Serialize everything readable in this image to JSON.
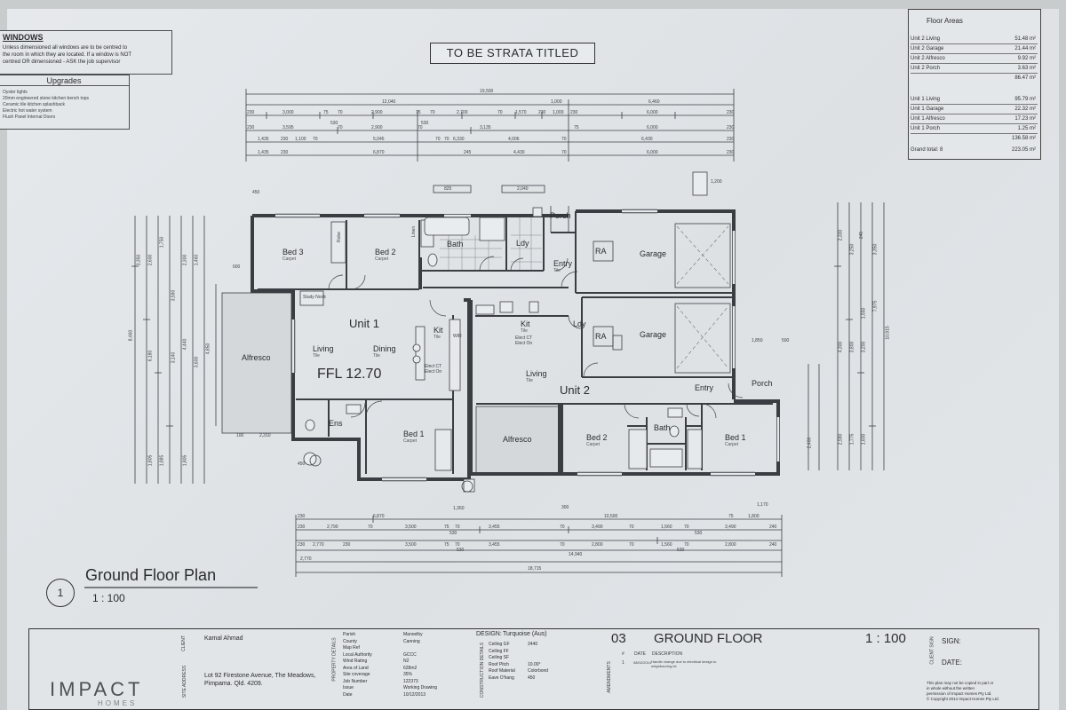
{
  "windows_note": {
    "heading": "WINDOWS",
    "text": [
      "Unless dimensioned all windows are to be centred to",
      "the room in which they are located. If a window is NOT",
      "centred OR dimensioned - ASK the job supervisor"
    ]
  },
  "upgrades": {
    "heading": "Upgrades",
    "items": [
      "Oyster lights",
      "20mm engineered stone kitchen bench tops",
      "Ceramic tile kitchen splashback",
      "Electric hot water system",
      "Flush Panel Internal Doors"
    ]
  },
  "strata_label": "TO BE STRATA TITLED",
  "floor_areas": {
    "heading": "Floor Areas",
    "unit2": [
      {
        "label": "Unit 2 Living",
        "value": "51.48 m²"
      },
      {
        "label": "Unit 2 Garage",
        "value": "21.44 m²"
      },
      {
        "label": "Unit 2 Alfresco",
        "value": "9.92 m²"
      },
      {
        "label": "Unit 2 Porch",
        "value": "3.63 m²"
      }
    ],
    "unit2_total": "86.47 m²",
    "unit1": [
      {
        "label": "Unit 1 Living",
        "value": "95.79 m²"
      },
      {
        "label": "Unit 1 Garage",
        "value": "22.32 m²"
      },
      {
        "label": "Unit 1 Alfresco",
        "value": "17.23 m²"
      },
      {
        "label": "Unit 1 Porch",
        "value": "1.25 m²"
      }
    ],
    "unit1_total": "136.58 m²",
    "grand_label": "Grand total: 8",
    "grand_total": "223.05 m²"
  },
  "dims": {
    "top_overall": "19,500",
    "top_r2": [
      "12,040",
      "1,000",
      "6,460"
    ],
    "top_r3": [
      "230",
      "3,000",
      "75",
      "70",
      "2,900",
      "75",
      "70",
      "2,700",
      "70",
      "1,570",
      "230",
      "1,000",
      "230",
      "6,000",
      "230"
    ],
    "top_r3b": [
      "530",
      "530"
    ],
    "top_r4": [
      "230",
      "3,595",
      "70",
      "2,900",
      "70",
      "3,135",
      "75",
      "6,000",
      "230"
    ],
    "top_r5": [
      "1,435",
      "230",
      "1,100",
      "70",
      "5,045",
      "70",
      "70",
      "6,330",
      "4,006",
      "70",
      "6,430",
      "230"
    ],
    "top_r6": [
      "1,435",
      "230",
      "6,870",
      "245",
      "4,430",
      "70",
      "6,000",
      "230"
    ],
    "misc_top": [
      "450",
      "825",
      "2,040",
      "1,200"
    ],
    "bottom_r1": [
      "230",
      "6,870",
      "300",
      "10,500",
      "1,170"
    ],
    "bottom_r1b": [
      "1,360",
      "75",
      "1,800"
    ],
    "bottom_r2": [
      "230",
      "2,790",
      "70",
      "3,500",
      "75",
      "70",
      "3,455",
      "70",
      "3,490",
      "70",
      "1,560",
      "70",
      "3,490",
      "240"
    ],
    "bottom_r2b": [
      "530",
      "530"
    ],
    "bottom_r3": [
      "230",
      "2,770",
      "230",
      "3,500",
      "75",
      "70",
      "3,455",
      "70",
      "2,800",
      "70",
      "1,560",
      "70",
      "2,800",
      "240"
    ],
    "bottom_r3b": [
      "530",
      "530"
    ],
    "bottom_r4": [
      "2,770",
      "14,940"
    ],
    "bottom_overall": "18,715",
    "left_nums": [
      "3,350",
      "2,600",
      "1,750",
      "2,300",
      "1,460",
      "3,590",
      "8,460",
      "6,180",
      "3,140",
      "4,440",
      "3,600",
      "1,805",
      "1,885",
      "4,850",
      "1,805"
    ],
    "right_nums": [
      "2,330",
      "3,250",
      "245",
      "4,300",
      "3,800",
      "1,550",
      "3,200",
      "3,350",
      "7,975",
      "10,915",
      "2,400",
      "2,590",
      "1,775",
      "1,600"
    ],
    "misc": [
      "100",
      "2,310",
      "1,850",
      "500",
      "450",
      "600"
    ]
  },
  "rooms": {
    "bed3": "Bed 3",
    "bed3_sub": "Carpet",
    "bed2_u1": "Bed 2",
    "bed2_u1_sub": "Carpet",
    "bath_u1": "Bath",
    "ldy_u1": "Ldy",
    "porch_u1": "Porch",
    "entry_u1": "Entry",
    "entry_u1_sub": "Tile",
    "ra_u1": "RA",
    "garage_u1": "Garage",
    "study_nook": "Study Nook",
    "robe": "Robe",
    "linen": "Linen",
    "unit1": "Unit 1",
    "living_u1": "Living",
    "living_u1_sub": "Tile",
    "dining": "Dining",
    "dining_sub": "Tile",
    "kit_u1": "Kit",
    "kit_u1_sub": "Tile",
    "kit_u1_note": "Elect CT Elect On",
    "alfresco_u1": "Alfresco",
    "ffl": "FFL 12.70",
    "ens": "Ens",
    "bed1_u1": "Bed 1",
    "bed1_u1_sub": "Carpet",
    "wir": "WIR",
    "ldy_u2": "Ldy",
    "ra_u2": "RA",
    "garage_u2": "Garage",
    "kit_u2": "Kit",
    "kit_u2_sub": "Tile",
    "kit_u2_note": "Elect CT Elect On",
    "living_u2": "Living",
    "living_u2_sub": "Tile",
    "unit2": "Unit 2",
    "entry_u2": "Entry",
    "porch_u2": "Porch",
    "alfresco_u2": "Alfresco",
    "bed2_u2": "Bed 2",
    "bed2_u2_sub": "Carpet",
    "bath_u2": "Bath",
    "bed1_u2": "Bed 1",
    "bed1_u2_sub": "Carpet"
  },
  "plan_title": "Ground Floor Plan",
  "plan_number": "1",
  "plan_scale": "1 : 100",
  "title_block": {
    "logo_top": "IMPACT",
    "logo_bottom": "HOMES",
    "client_label": "CLIENT",
    "client_name": "Kamal Ahmad",
    "site_label": "SITE ADDRESS",
    "site_address": "Lot 92 Firestone Avenue, The Meadows, Pimpama. Qld. 4209.",
    "property_label": "PROPERTY DETAILS",
    "property_rows": [
      {
        "k": "Parish",
        "v": "Manoelby"
      },
      {
        "k": "County",
        "v": "Canning"
      },
      {
        "k": "Map Ref",
        "v": ""
      },
      {
        "k": "Local Authority",
        "v": "GCCC"
      },
      {
        "k": "Wind Rating",
        "v": "N2"
      },
      {
        "k": "Area of Land",
        "v": "628m2"
      },
      {
        "k": "Site coverage",
        "v": "35%"
      },
      {
        "k": "Job Number",
        "v": "122373"
      },
      {
        "k": "Issue",
        "v": "Working Drawing"
      },
      {
        "k": "Date",
        "v": "10/12/2013"
      }
    ],
    "design_label": "DESIGN:",
    "design_value": "Turquoise (Aus)",
    "construction_label": "CONSTRUCTION DETAILS",
    "construction_rows": [
      {
        "k": "Ceiling GF",
        "v": "2440"
      },
      {
        "k": "Ceiling FF",
        "v": ""
      },
      {
        "k": "Ceiling SF",
        "v": ""
      },
      {
        "k": "Roof Pitch",
        "v": "10.00°"
      },
      {
        "k": "Roof Material",
        "v": "Colorbond"
      },
      {
        "k": "Eave O'hang",
        "v": "450"
      }
    ],
    "sheet_no": "03",
    "sheet_title": "GROUND FLOOR",
    "sheet_scale": "1 : 100",
    "amend_label": "AMENDMENTS",
    "amend_cols": [
      "#",
      "DATE",
      "DESCRIPTION"
    ],
    "amend_row": [
      "1",
      "08/02/2014",
      "Handle change due to electrical design to neighbouring lot"
    ],
    "client_sign_label": "CLIENT SIGN",
    "sign_label": "SIGN:",
    "date_label": "DATE:",
    "copyright": [
      "This plan may not be copied in part or",
      "in whole without the written",
      "permission of Impact Homes Pty Ltd.",
      "© Copyright 2014 Impact Homes Pty Ltd."
    ]
  },
  "colors": {
    "paper": "#e3e6e9",
    "line": "#3b3e44",
    "wall": "#3a3d42"
  }
}
